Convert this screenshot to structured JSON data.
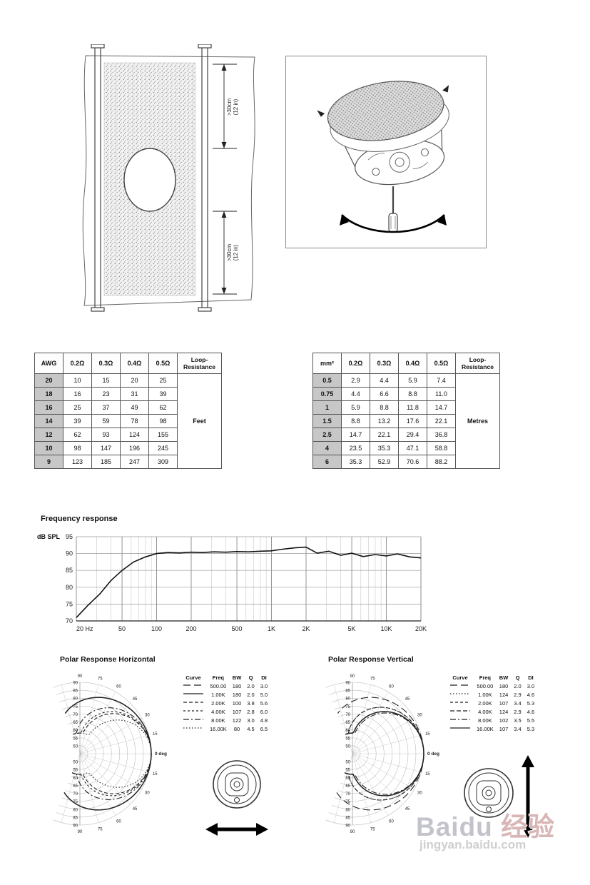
{
  "page": {
    "bg": "#ffffff"
  },
  "figures": {
    "cutout": {
      "dim_top_line1": ">30cm",
      "dim_top_line2": "(12 in)",
      "dim_bottom_line1": ">30cm",
      "dim_bottom_line2": "(12 in)"
    }
  },
  "wire_tables": {
    "awg": {
      "col0": "AWG",
      "ohm_headers": [
        "0.2Ω",
        "0.3Ω",
        "0.4Ω",
        "0.5Ω"
      ],
      "loop_header": "Loop-Resistance",
      "unit": "Feet",
      "rows": [
        [
          "20",
          "10",
          "15",
          "20",
          "25"
        ],
        [
          "18",
          "16",
          "23",
          "31",
          "39"
        ],
        [
          "16",
          "25",
          "37",
          "49",
          "62"
        ],
        [
          "14",
          "39",
          "59",
          "78",
          "98"
        ],
        [
          "12",
          "62",
          "93",
          "124",
          "155"
        ],
        [
          "10",
          "98",
          "147",
          "196",
          "245"
        ],
        [
          "9",
          "123",
          "185",
          "247",
          "309"
        ]
      ]
    },
    "mm2": {
      "col0": "mm²",
      "ohm_headers": [
        "0.2Ω",
        "0.3Ω",
        "0.4Ω",
        "0.5Ω"
      ],
      "loop_header": "Loop-Resistance",
      "unit": "Metres",
      "rows": [
        [
          "0.5",
          "2.9",
          "4.4",
          "5.9",
          "7.4"
        ],
        [
          "0.75",
          "4.4",
          "6.6",
          "8.8",
          "11.0"
        ],
        [
          "1",
          "5.9",
          "8.8",
          "11.8",
          "14.7"
        ],
        [
          "1.5",
          "8.8",
          "13.2",
          "17.6",
          "22.1"
        ],
        [
          "2.5",
          "14.7",
          "22.1",
          "29.4",
          "36.8"
        ],
        [
          "4",
          "23.5",
          "35.3",
          "47.1",
          "58.8"
        ],
        [
          "6",
          "35.3",
          "52.9",
          "70.6",
          "88.2"
        ]
      ]
    }
  },
  "chart_data": [
    {
      "id": "frequency_response",
      "type": "line",
      "title": "Frequency response",
      "ylabel": "dB SPL",
      "ylim": [
        70,
        95
      ],
      "yticks": [
        70,
        75,
        80,
        85,
        90,
        95
      ],
      "xscale": "log",
      "xlim": [
        20,
        20000
      ],
      "grid": true,
      "xticks": [
        {
          "v": 20,
          "label": "20 Hz"
        },
        {
          "v": 50,
          "label": "50"
        },
        {
          "v": 100,
          "label": "100"
        },
        {
          "v": 200,
          "label": "200"
        },
        {
          "v": 500,
          "label": "500"
        },
        {
          "v": 1000,
          "label": "1K"
        },
        {
          "v": 2000,
          "label": "2K"
        },
        {
          "v": 5000,
          "label": "5K"
        },
        {
          "v": 10000,
          "label": "10K"
        },
        {
          "v": 20000,
          "label": "20K"
        }
      ],
      "x": [
        20,
        25,
        32,
        40,
        50,
        63,
        80,
        100,
        125,
        160,
        200,
        250,
        315,
        400,
        500,
        630,
        800,
        1000,
        1250,
        1600,
        2000,
        2500,
        3150,
        4000,
        5000,
        6300,
        8000,
        10000,
        12500,
        16000,
        20000
      ],
      "y": [
        71,
        74.5,
        78,
        82,
        85,
        87.5,
        89,
        90,
        90.3,
        90.2,
        90.4,
        90.3,
        90.5,
        90.4,
        90.6,
        90.5,
        90.7,
        90.8,
        91.3,
        91.7,
        91.9,
        90.1,
        90.7,
        89.5,
        90.1,
        89.1,
        89.7,
        89.3,
        89.9,
        89.0,
        88.7
      ]
    },
    {
      "id": "polar_horizontal",
      "type": "polar",
      "title": "Polar Response Horizontal",
      "ring_labels": [
        90,
        85,
        80,
        75,
        70,
        65,
        60,
        55,
        50
      ],
      "ring_min": 45,
      "ring_max": 90,
      "angle_labels": [
        15,
        30,
        45,
        60,
        75,
        90
      ],
      "zero_label": "0 deg",
      "legend_headers": [
        "Curve",
        "Freq",
        "BW",
        "Q",
        "DI"
      ],
      "curves": [
        {
          "freq": "500.00",
          "bw": 180,
          "q": "2.0",
          "di": "3.0",
          "dash": "10,5"
        },
        {
          "freq": "1.00K",
          "bw": 180,
          "q": "2.0",
          "di": "5.0",
          "dash": ""
        },
        {
          "freq": "2.00K",
          "bw": 100,
          "q": "3.8",
          "di": "5.6",
          "dash": "5,3"
        },
        {
          "freq": "4.00K",
          "bw": 107,
          "q": "2.8",
          "di": "6.0",
          "dash": "3,3"
        },
        {
          "freq": "8.00K",
          "bw": 122,
          "q": "3.0",
          "di": "4.8",
          "dash": "8,3,2,3"
        },
        {
          "freq": "16.00K",
          "bw": 80,
          "q": "4.5",
          "di": "6.5",
          "dash": "1.5,2.5"
        }
      ]
    },
    {
      "id": "polar_vertical",
      "type": "polar",
      "title": "Polar Response Vertical",
      "ring_labels": [
        90,
        85,
        80,
        75,
        70,
        65,
        60,
        55,
        50
      ],
      "ring_min": 45,
      "ring_max": 90,
      "angle_labels": [
        15,
        30,
        45,
        60,
        75,
        90
      ],
      "zero_label": "0 deg",
      "legend_headers": [
        "Curve",
        "Freq",
        "BW",
        "Q",
        "DI"
      ],
      "curves": [
        {
          "freq": "500.00",
          "bw": 180,
          "q": "2.0",
          "di": "3.0",
          "dash": "10,5"
        },
        {
          "freq": "1.00K",
          "bw": 124,
          "q": "2.9",
          "di": "4.6",
          "dash": "1.5,2.5"
        },
        {
          "freq": "2.00K",
          "bw": 107,
          "q": "3.4",
          "di": "5.3",
          "dash": "4,3"
        },
        {
          "freq": "4.00K",
          "bw": 124,
          "q": "2.9",
          "di": "4.6",
          "dash": "6,3"
        },
        {
          "freq": "8.00K",
          "bw": 102,
          "q": "3.5",
          "di": "5.5",
          "dash": "8,3,2,3"
        },
        {
          "freq": "16.00K",
          "bw": 107,
          "q": "3.4",
          "di": "5.3",
          "dash": ""
        }
      ]
    }
  ],
  "watermark": {
    "brand": "Baidu",
    "brand_cn": "经验",
    "domain": "jingyan.baidu.com"
  }
}
